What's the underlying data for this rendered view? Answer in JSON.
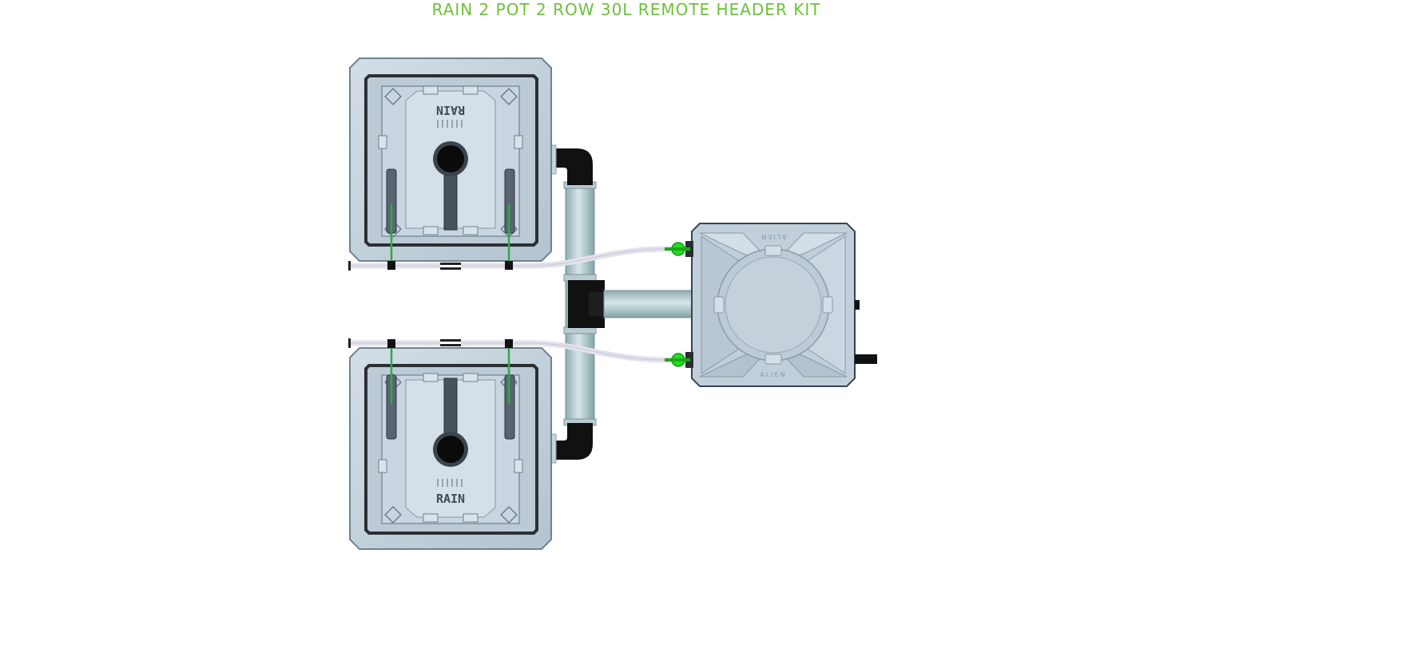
{
  "title": "RAIN 2 POT 2 ROW 30L REMOTE HEADER KIT",
  "pots": [
    {
      "label": "RAIN"
    },
    {
      "label": "RAIN"
    }
  ],
  "reservoir": {
    "label_top": "ALIEN",
    "label_bottom": "ALIEN"
  },
  "colors": {
    "title": "#6cc13a",
    "pot_body": "#c5d3de",
    "pot_inner": "#b6c7d4",
    "pipe_dark": "#1a1a1a",
    "pipe_light": "#a9c3c8",
    "hose": "#e3e1ec",
    "valve": "#22dd22",
    "drip": "#2ea84a"
  }
}
